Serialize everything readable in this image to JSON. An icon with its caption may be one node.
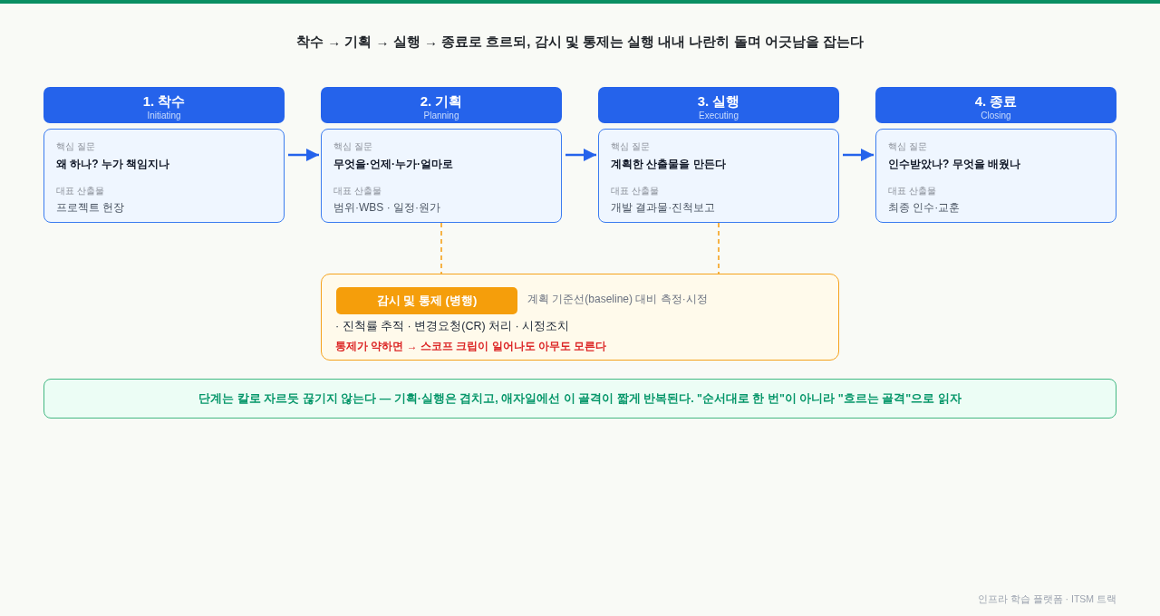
{
  "diagram": {
    "title": "착수 → 기획 → 실행 → 종료로 흐르되, 감시 및 통제는 실행 내내 나란히 돌며 어긋남을 잡는다",
    "nodes": [
      {
        "text": [
          "1. 착수",
          "Initiating"
        ]
      },
      {
        "text": [
          "2. 기획",
          "Planning"
        ]
      },
      {
        "text": [
          "3. 실행",
          "Executing"
        ]
      },
      {
        "text": [
          "4. 종료",
          "Closing"
        ]
      },
      {
        "text": [
          "핵심 질문",
          "왜 하나? 누가 책임지나",
          "대표 산출물",
          "프로젝트 헌장"
        ]
      },
      {
        "text": [
          "핵심 질문",
          "무엇을·언제·누가·얼마로",
          "대표 산출물",
          "범위·WBS · 일정·원가"
        ]
      },
      {
        "text": [
          "핵심 질문",
          "계획한 산출물을 만든다",
          "대표 산출물",
          "개발 결과물·진척보고"
        ]
      },
      {
        "text": [
          "핵심 질문",
          "인수받았나? 무엇을 배웠나",
          "대표 산출물",
          "최종 인수·교훈"
        ]
      },
      {
        "text": [
          "· 진척률 추적 · 변경요청(CR) 처리 · 시정조치",
          "통제가 약하면 → 스코프 크립이 일어나도 아무도 모른다"
        ]
      },
      {
        "text": [
          "감시 및 통제 (병행)"
        ],
        "beside": [
          "계획 기준선(baseline) 대비 측정·시정"
        ],
        "in": 8
      },
      {
        "text": [
          "단계는 칼로 자르듯 끊기지 않는다 — 기획·실행은 겹치고, 애자일에선 이 골격이 짧게 반복된다. \"순서대로 한 번\"이 아니라 \"흐르는 골격\"으로 읽자"
        ]
      }
    ],
    "edges": [
      {
        "from": 4,
        "to": 5,
        "arrow": "to"
      },
      {
        "from": 5,
        "to": 6,
        "arrow": "to"
      },
      {
        "from": 6,
        "to": 7,
        "arrow": "to"
      },
      {
        "from": 5,
        "to": 8,
        "arrow": "none",
        "style": "dashed",
        "color": "#f5a21b"
      },
      {
        "from": 6,
        "to": 8,
        "arrow": "none",
        "style": "dashed",
        "color": "#f5a21b"
      }
    ],
    "labels": [
      "인프라 학습 플랫폼 · ITSM 트랙"
    ]
  }
}
